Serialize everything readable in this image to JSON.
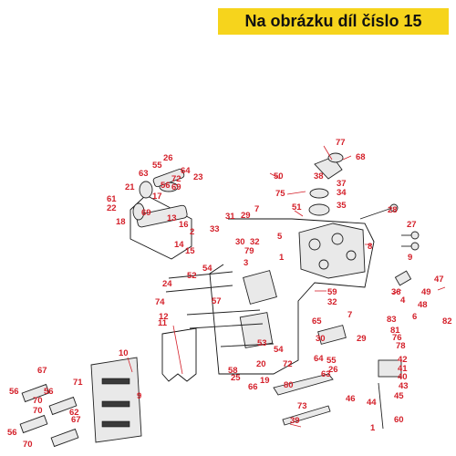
{
  "banner": {
    "text": "Na obrázku díl číslo 15"
  },
  "colors": {
    "banner_bg": "#f6d41c",
    "callout": "#d4202a",
    "line_art": "#222222"
  },
  "part_numbers": [
    "26",
    "63",
    "55",
    "64",
    "72",
    "23",
    "56",
    "69",
    "17",
    "61",
    "22",
    "21",
    "18",
    "69",
    "13",
    "16",
    "2",
    "14",
    "15",
    "31",
    "33",
    "29",
    "7",
    "30",
    "32",
    "79",
    "3",
    "5",
    "1",
    "77",
    "68",
    "38",
    "50",
    "37",
    "34",
    "75",
    "51",
    "35",
    "28",
    "8",
    "27",
    "9",
    "36",
    "49",
    "47",
    "48",
    "4",
    "6",
    "82",
    "59",
    "52",
    "54",
    "57",
    "53",
    "58",
    "65",
    "54",
    "20",
    "19",
    "66",
    "25",
    "24",
    "74",
    "12",
    "11",
    "10",
    "9",
    "67",
    "56",
    "70",
    "71",
    "56",
    "70",
    "62",
    "67",
    "56",
    "70",
    "80",
    "73",
    "39",
    "46",
    "44",
    "1",
    "60",
    "32",
    "7",
    "81",
    "29",
    "30",
    "76",
    "78",
    "83",
    "42",
    "41",
    "40",
    "43",
    "45",
    "72",
    "64",
    "26",
    "55",
    "63"
  ]
}
